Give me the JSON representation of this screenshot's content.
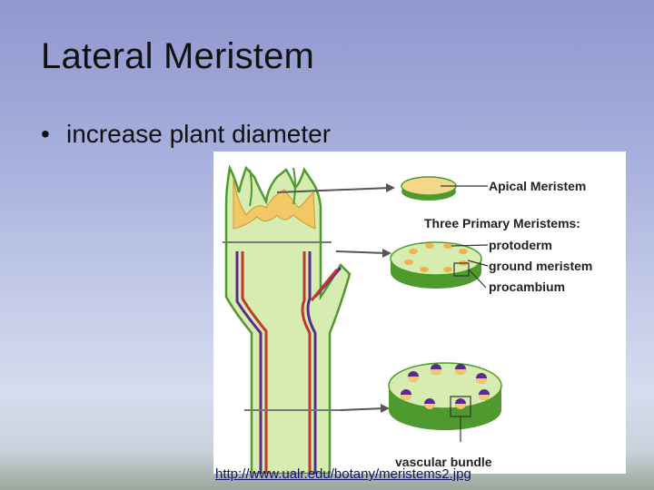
{
  "slide": {
    "title": "Lateral Meristem",
    "bullets": [
      "increase plant diameter"
    ]
  },
  "figure": {
    "labels": {
      "apical": "Apical Meristem",
      "three_primary": "Three Primary Meristems:",
      "protoderm": "protoderm",
      "ground": "ground meristem",
      "procambium": "procambium",
      "vascular": "vascular bundle"
    }
  },
  "source": {
    "url_text": "http://www.ualr.edu/botany/meristems2.jpg"
  },
  "colors": {
    "stem_green": "#d7ecb0",
    "stem_edge": "#4f9a2f",
    "tip_yellow": "#f3c867",
    "xylem_purple": "#5a2a8c",
    "phloem_red": "#c0392b",
    "arrow_gray": "#555555"
  }
}
